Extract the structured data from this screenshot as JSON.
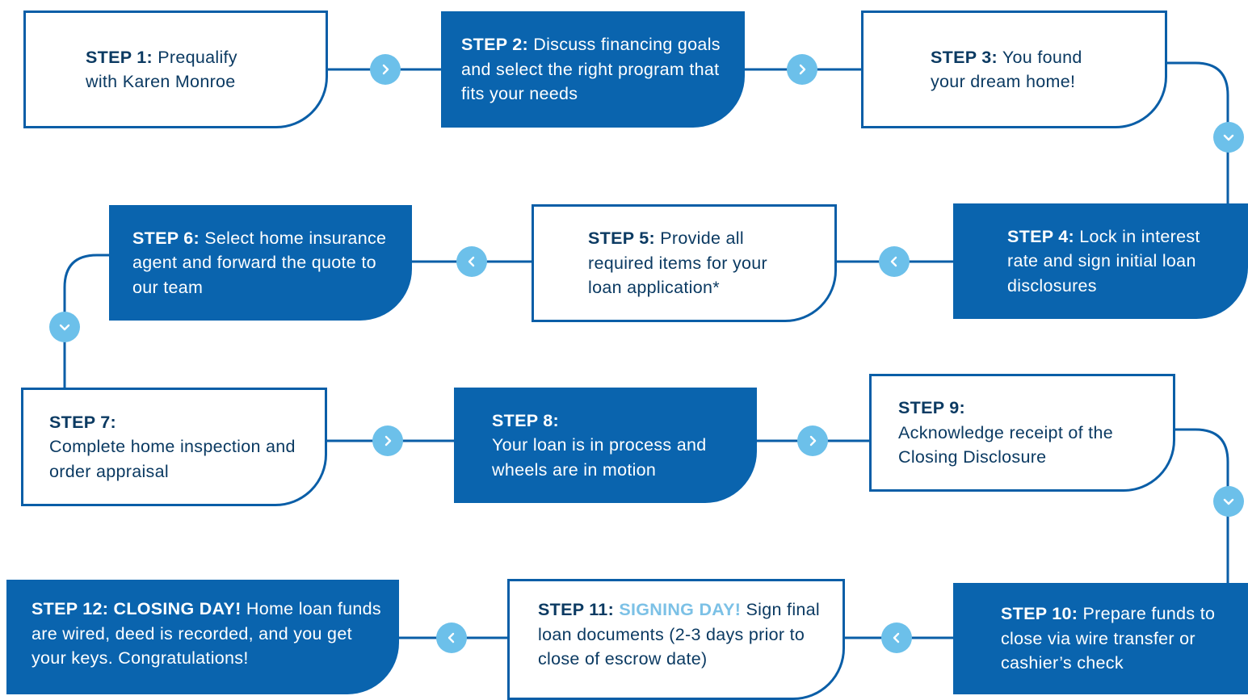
{
  "colors": {
    "primary": "#0a64ae",
    "outline": "#0a5ea7",
    "accent": "#6cc0ea",
    "text_dark": "#0b3a62",
    "highlight": "#7cc1e6"
  },
  "steps": [
    {
      "label": "STEP 1:",
      "text": "Prequalify with Karen Monroe"
    },
    {
      "label": "STEP 2:",
      "text": "Discuss financing goals and select the right program that fits your needs"
    },
    {
      "label": "STEP 3:",
      "text": "You found your dream home!"
    },
    {
      "label": "STEP 4:",
      "text": "Lock in interest rate and sign initial loan disclosures"
    },
    {
      "label": "STEP 5:",
      "text": "Provide all required items for your loan application*"
    },
    {
      "label": "STEP 6:",
      "text": "Select home insurance agent and forward the quote to our team"
    },
    {
      "label": "STEP 7:",
      "text": "Complete home inspection and order appraisal"
    },
    {
      "label": "STEP 8:",
      "text": "Your loan is in process and wheels are in motion"
    },
    {
      "label": "STEP 9:",
      "text": "Acknowledge receipt of the Closing Disclosure"
    },
    {
      "label": "STEP 10:",
      "text": "Prepare funds to close via wire transfer or cashier’s check"
    },
    {
      "label": "STEP 11:",
      "highlight": "SIGNING DAY!",
      "text": "Sign final loan documents (2-3 days prior to close of escrow date)"
    },
    {
      "label": "STEP 12: CLOSING DAY!",
      "text": "Home loan funds are wired, deed is recorded, and you get your keys. Congratulations!"
    }
  ],
  "icons": {
    "right": "chevron-right-icon",
    "left": "chevron-left-icon",
    "down": "chevron-down-icon"
  }
}
